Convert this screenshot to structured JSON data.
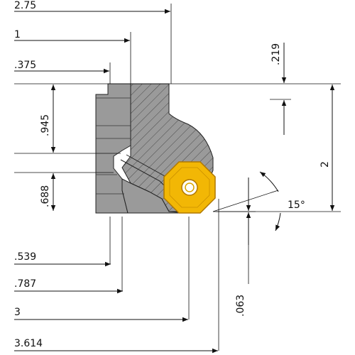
{
  "dimensions": {
    "d_2_75": "2.75",
    "d_1": "1",
    "d_375": ".375",
    "d_945": ".945",
    "d_688": ".688",
    "d_539": ".539",
    "d_787": ".787",
    "d_3": "3",
    "d_3_614": "3.614",
    "d_219": ".219",
    "d_2": "2",
    "d_063": ".063",
    "angle_15": "15°"
  },
  "colors": {
    "body": "#9a9a9a",
    "hatch": "#4a4a4a",
    "insert": "#f2b705",
    "insert_edge": "#b07800",
    "line": "#111111"
  },
  "icons": {
    "insert": "octagonal-insert-icon",
    "screw": "screw-icon"
  }
}
